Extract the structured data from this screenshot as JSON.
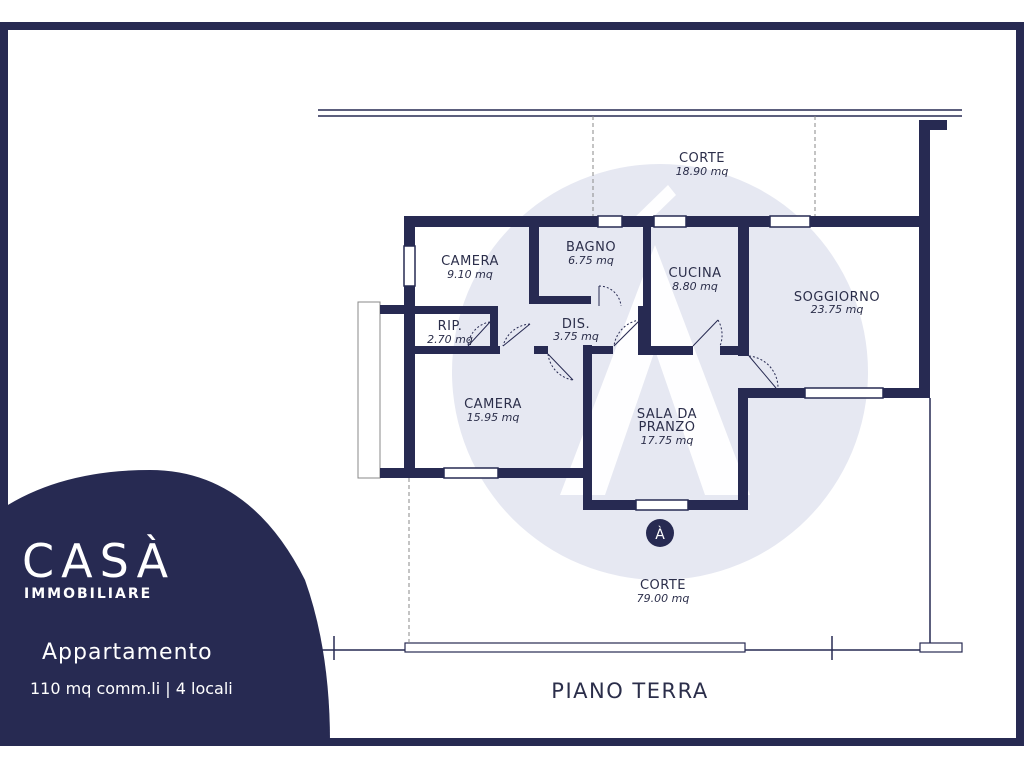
{
  "colors": {
    "navy": "#272a52",
    "watermark": "#e6e8f2",
    "wall": "#272a52",
    "white": "#ffffff"
  },
  "floor_label": "PIANO TERRA",
  "rooms": {
    "corte_top": {
      "name": "CORTE",
      "area": "18.90 mq"
    },
    "camera_1": {
      "name": "CAMERA",
      "area": "9.10 mq"
    },
    "bagno": {
      "name": "BAGNO",
      "area": "6.75 mq"
    },
    "cucina": {
      "name": "CUCINA",
      "area": "8.80 mq"
    },
    "soggiorno": {
      "name": "SOGGIORNO",
      "area": "23.75 mq"
    },
    "rip": {
      "name": "RIP.",
      "area": "2.70 mq"
    },
    "dis": {
      "name": "DIS.",
      "area": "3.75 mq"
    },
    "camera_2": {
      "name": "CAMERA",
      "area": "15.95 mq"
    },
    "sala_pranzo": {
      "name_line1": "SALA DA",
      "name_line2": "PRANZO",
      "area": "17.75 mq"
    },
    "corte_bottom": {
      "name": "CORTE",
      "area": "79.00 mq"
    }
  },
  "compass_glyph": "À",
  "brand": {
    "logo_main": "CASÀ",
    "logo_sub": "IMMOBILIARE",
    "property_type": "Appartamento",
    "details": "110 mq comm.li | 4 locali"
  }
}
